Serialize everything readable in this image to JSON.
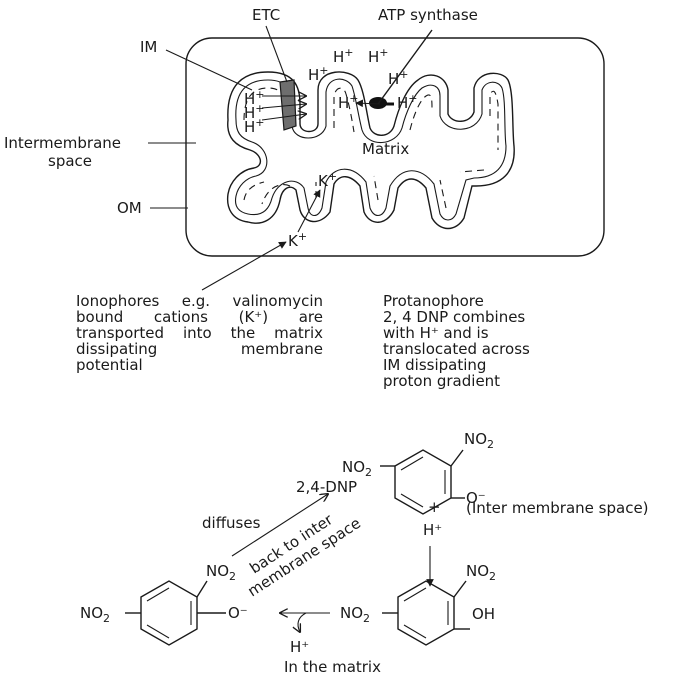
{
  "mito": {
    "etc": "ETC",
    "atp_synthase": "ATP synthase",
    "im": "IM",
    "intermembrane_l1": "Intermembrane",
    "intermembrane_l2": "space",
    "om": "OM",
    "matrix": "Matrix",
    "h": "H",
    "plus": "+",
    "k": "K"
  },
  "ionophore_text": [
    "Ionophores e.g. valinomycin",
    "bound cations (K⁺) are",
    "transported into the matrix",
    "dissipating membrane",
    "potential"
  ],
  "protonophore_text": [
    "Protanophore",
    "2, 4 DNP combines",
    "with H⁺ and is",
    "translocated across",
    "IM dissipating",
    "proton gradient"
  ],
  "reaction": {
    "no2": "NO",
    "sub2": "2",
    "o_minus": "O⁻",
    "oh": "OH",
    "dnp": "2,4-DNP",
    "plus": "+",
    "h_plus": "H⁺",
    "inter_space": "(Inter membrane space)",
    "diffuses": "diffuses",
    "back_to_inter": "back to inter",
    "membrane_space": "membrane space",
    "in_matrix": "In the matrix"
  }
}
